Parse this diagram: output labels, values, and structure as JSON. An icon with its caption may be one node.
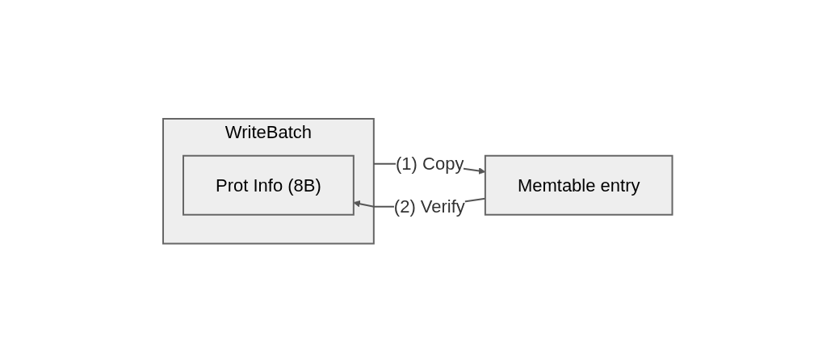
{
  "diagram": {
    "nodes": [
      {
        "text": [
          "WriteBatch"
        ]
      },
      {
        "text": [
          "Prot Info (8B)"
        ],
        "in": 0
      },
      {
        "text": [
          "Memtable entry"
        ]
      }
    ],
    "edges": [
      {
        "from": 0,
        "to": 2,
        "arrow": "to",
        "label": "(1) Copy"
      },
      {
        "from": 2,
        "to": 1,
        "arrow": "to",
        "label": "(2) Verify"
      }
    ]
  }
}
